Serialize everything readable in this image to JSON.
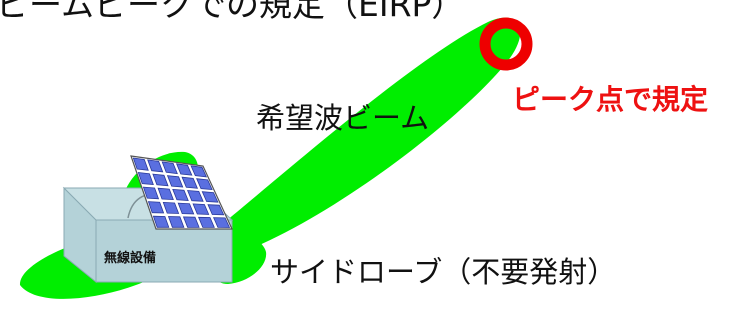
{
  "figure": {
    "title": "ビームピークでの規定（EIRP）",
    "beam_label": "希望波ビーム",
    "peak_label": "ピーク点で規定",
    "sidelobe_label": "サイドローブ（不要発射）",
    "equipment_label": "無線設備"
  },
  "colors": {
    "beam_green": "#00EE00",
    "peak_marker_red": "#EE0000",
    "peak_label_red": "#EE1111",
    "building_face": "#B4D2D8",
    "panel_cell": "#5A6FE0"
  }
}
